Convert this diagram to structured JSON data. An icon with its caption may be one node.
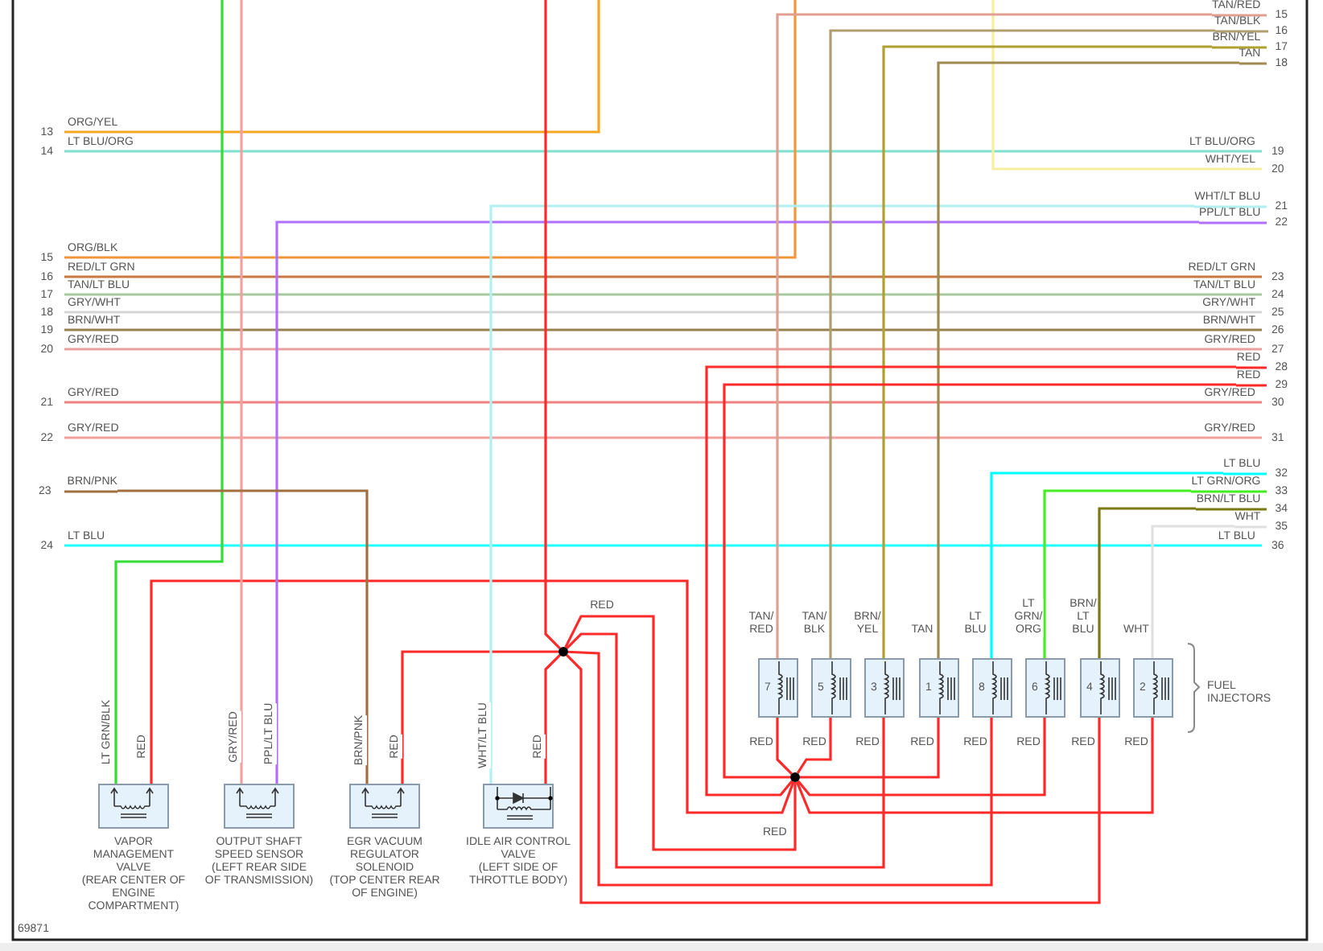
{
  "diagram": {
    "nodes": [
      {
        "text": [
          "VAPOR MANAGEMENT VALVE",
          "(REAR CENTER OF ENGINE COMPARTMENT)"
        ]
      },
      {
        "text": [
          "OUTPUT SHAFT SPEED SENSOR",
          "(LEFT REAR SIDE OF TRANSMISSION)"
        ]
      },
      {
        "text": [
          "EGR VACUUM REGULATOR SOLENOID",
          "(TOP CENTER REAR OF ENGINE)"
        ]
      },
      {
        "text": [
          "IDLE AIR CONTROL VALVE",
          "(LEFT SIDE OF THROTTLE BODY)"
        ]
      },
      {
        "text": [
          "7"
        ]
      },
      {
        "text": [
          "5"
        ]
      },
      {
        "text": [
          "3"
        ]
      },
      {
        "text": [
          "1"
        ]
      },
      {
        "text": [
          "8"
        ]
      },
      {
        "text": [
          "6"
        ]
      },
      {
        "text": [
          "4"
        ]
      },
      {
        "text": [
          "2"
        ]
      },
      {
        "text": [],
        "shape": "circle"
      },
      {
        "text": [],
        "shape": "circle"
      },
      {
        "text": [
          "TAN/RED",
          "15"
        ]
      },
      {
        "text": [
          "TAN/BLK",
          "16"
        ]
      },
      {
        "text": [
          "BRN/YEL",
          "17"
        ]
      },
      {
        "text": [
          "TAN",
          "18"
        ]
      },
      {
        "text": [
          "WHT/LT BLU",
          "21"
        ]
      },
      {
        "text": [
          "PPL/LT BLU",
          "22"
        ]
      },
      {
        "text": [
          "RED",
          "28"
        ]
      },
      {
        "text": [
          "RED",
          "29"
        ]
      },
      {
        "text": [
          "LT BLU",
          "32"
        ]
      },
      {
        "text": [
          "23",
          "BRN/PNK"
        ]
      },
      {
        "text": [
          "LT GRN/ORG",
          "33"
        ]
      },
      {
        "text": [
          "BRN/LT BLU",
          "34"
        ]
      },
      {
        "text": [
          "WHT",
          "35"
        ]
      }
    ],
    "edges": [
      {
        "from": null,
        "to": 0,
        "arrow": "none",
        "label": "LT GRN/BLK",
        "color": "#33dd33"
      },
      {
        "from": 0,
        "to": 13,
        "arrow": "none",
        "label": "RED"
      },
      {
        "from": null,
        "to": 1,
        "arrow": "none",
        "label": "GRY/RED",
        "color": "#f0a0a0"
      },
      {
        "from": 19,
        "to": 1,
        "arrow": "none",
        "label": "PPL/LT BLU",
        "color": "#b070ff"
      },
      {
        "from": 23,
        "to": 2,
        "arrow": "none",
        "label": "BRN/PNK",
        "color": "#a07040"
      },
      {
        "from": 2,
        "to": 12,
        "arrow": "none",
        "label": "RED"
      },
      {
        "from": 18,
        "to": 3,
        "arrow": "none",
        "label": "WHT/LT BLU",
        "color": "#b0f0f0"
      },
      {
        "from": 3,
        "to": 12,
        "arrow": "none",
        "label": "RED"
      },
      {
        "from": null,
        "to": 12,
        "arrow": "none"
      },
      {
        "from": 12,
        "to": 13,
        "arrow": "none",
        "label": "RED"
      },
      {
        "from": 12,
        "to": 6,
        "arrow": "none",
        "label": "RED"
      },
      {
        "from": 12,
        "to": 8,
        "arrow": "none",
        "label": "RED"
      },
      {
        "from": 12,
        "to": 10,
        "arrow": "none",
        "label": "RED"
      },
      {
        "from": 14,
        "to": 4,
        "arrow": "none",
        "label": "TAN/ RED",
        "color": "#e0a090"
      },
      {
        "from": 15,
        "to": 5,
        "arrow": "none",
        "label": "TAN/ BLK",
        "color": "#b0a070"
      },
      {
        "from": 16,
        "to": 6,
        "arrow": "none",
        "label": "BRN/ YEL",
        "color": "#b0a030"
      },
      {
        "from": 17,
        "to": 7,
        "arrow": "none",
        "label": "TAN",
        "color": "#a08a50"
      },
      {
        "from": 22,
        "to": 8,
        "arrow": "none",
        "label": "LT BLU",
        "color": "#00ffff"
      },
      {
        "from": 24,
        "to": 9,
        "arrow": "none",
        "label": "LT GRN/ ORG",
        "color": "#44ee22"
      },
      {
        "from": 25,
        "to": 10,
        "arrow": "none",
        "label": "BRN/ LT BLU",
        "color": "#7a7a10"
      },
      {
        "from": 26,
        "to": 11,
        "arrow": "none",
        "label": "WHT",
        "color": "#e0e0e0"
      },
      {
        "from": 4,
        "to": 13,
        "arrow": "none",
        "label": "RED"
      },
      {
        "from": 5,
        "to": 13,
        "arrow": "none",
        "label": "RED"
      },
      {
        "from": 7,
        "to": 13,
        "arrow": "none",
        "label": "RED"
      },
      {
        "from": 9,
        "to": 13,
        "arrow": "none",
        "label": "RED"
      },
      {
        "from": 11,
        "to": 13,
        "arrow": "none",
        "label": "RED"
      },
      {
        "from": 20,
        "to": 13,
        "arrow": "none"
      },
      {
        "from": 21,
        "to": 13,
        "arrow": "none"
      }
    ],
    "labels": [
      "13",
      "ORG/YEL",
      "14",
      "LT BLU/ORG",
      "LT BLU/ORG",
      "19",
      "WHT/YEL",
      "20",
      "15",
      "ORG/BLK",
      "16",
      "RED/LT GRN",
      "RED/LT GRN",
      "23",
      "17",
      "TAN/LT BLU",
      "TAN/LT BLU",
      "24",
      "18",
      "GRY/WHT",
      "GRY/WHT",
      "25",
      "19",
      "BRN/WHT",
      "BRN/WHT",
      "26",
      "20",
      "GRY/RED",
      "GRY/RED",
      "27",
      "21",
      "GRY/RED",
      "GRY/RED",
      "30",
      "22",
      "GRY/RED",
      "GRY/RED",
      "31",
      "24",
      "LT BLU",
      "LT BLU",
      "36",
      "FUEL INJECTORS",
      "RED",
      "69871"
    ]
  }
}
